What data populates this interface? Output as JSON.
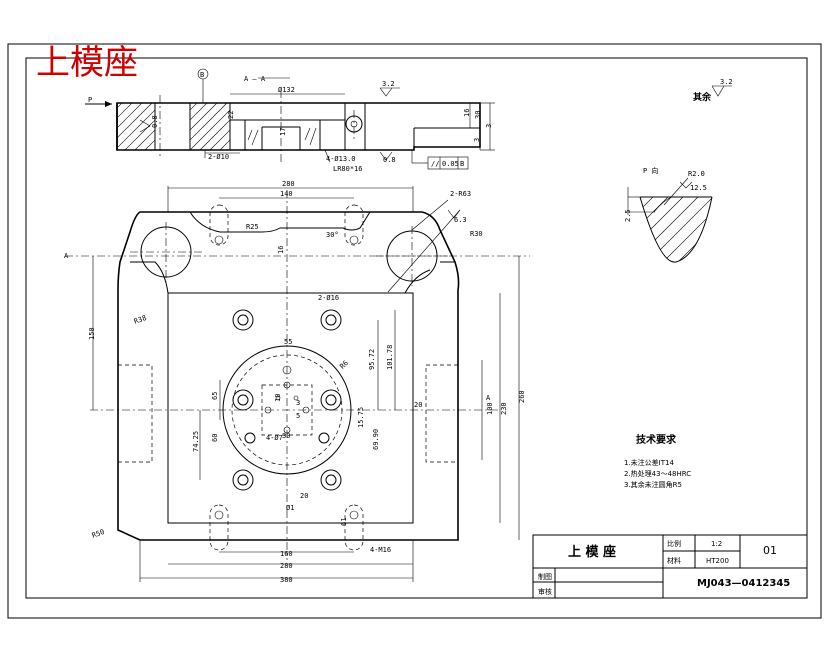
{
  "title_red": "上模座",
  "views": {
    "section_label": "A — A",
    "section_arrow_left": "P",
    "side_labels": [
      "A",
      "A"
    ],
    "view_label": "P 向"
  },
  "roughness": {
    "top": "3.2",
    "rest_label": "其余",
    "rest_value": "3.2",
    "left_face": "0.8",
    "bottom": "0.8",
    "hole": "6.3",
    "detail_top": "R2.0",
    "detail_val": "12.5",
    "corner": "6.3"
  },
  "dimensions": {
    "section": [
      "Ø132",
      "22",
      "17",
      "16",
      "30",
      "3",
      "Ø4",
      "2-Ø10",
      "4-Ø13.0",
      "LR80*16"
    ],
    "tolerance_box": [
      "//",
      "0.05",
      "B"
    ],
    "top_view": [
      "280",
      "140",
      "R25",
      "2-R63",
      "R30",
      "30°",
      "16",
      "R38",
      "2-Ø16",
      "R6",
      "55",
      "95.72",
      "101.78",
      "150",
      "100",
      "230",
      "260",
      "20",
      "65",
      "15.75",
      "69.90",
      "74.25",
      "60",
      "3",
      "10",
      "5",
      "30",
      "4-Ø7",
      "Ø1",
      "20",
      "61",
      "160",
      "4-M16",
      "280",
      "380",
      "R50"
    ],
    "detail": [
      "2.5"
    ]
  },
  "tech_req": {
    "heading": "技术要求",
    "items": [
      "1.未注公差IT14",
      "2.热处理43～48HRC",
      "3.其余未注圆角R5"
    ]
  },
  "title_block": {
    "part_name": "上 模 座",
    "scale_label": "比例",
    "scale_value": "1:2",
    "material_label": "材料",
    "material_value": "HT200",
    "sheet_no": "01",
    "drawn_label": "制图",
    "checked_label": "审核",
    "drawing_no": "MJ043—0412345"
  }
}
